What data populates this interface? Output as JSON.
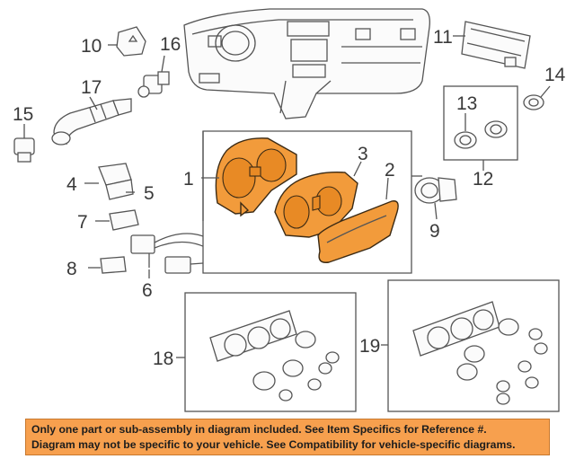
{
  "callouts": {
    "c1": "1",
    "c2": "2",
    "c3": "3",
    "c4": "4",
    "c5": "5",
    "c6": "6",
    "c7": "7",
    "c8": "8",
    "c9": "9",
    "c10": "10",
    "c11": "11",
    "c12": "12",
    "c13": "13",
    "c14": "14",
    "c15": "15",
    "c16": "16",
    "c17": "17",
    "c18": "18",
    "c19": "19"
  },
  "notice": {
    "line1": "Only one part or sub-assembly in diagram included. See Item Specifics for Reference #.",
    "line2": "Diagram may not be specific to your vehicle. See Compatibility for vehicle-specific diagrams."
  },
  "colors": {
    "highlight": "#f29b3b",
    "notice_bg": "#f7a04e"
  }
}
